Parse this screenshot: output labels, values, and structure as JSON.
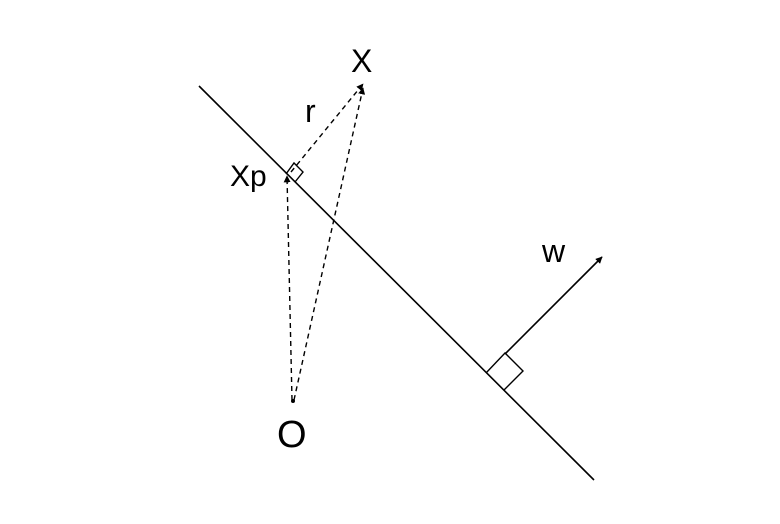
{
  "diagram": {
    "labels": {
      "point_x": "X",
      "vector_r": "r",
      "point_xp": "Xp",
      "vector_w": "w",
      "origin": "O"
    },
    "colors": {
      "stroke": "#000000",
      "background": "#ffffff"
    }
  }
}
